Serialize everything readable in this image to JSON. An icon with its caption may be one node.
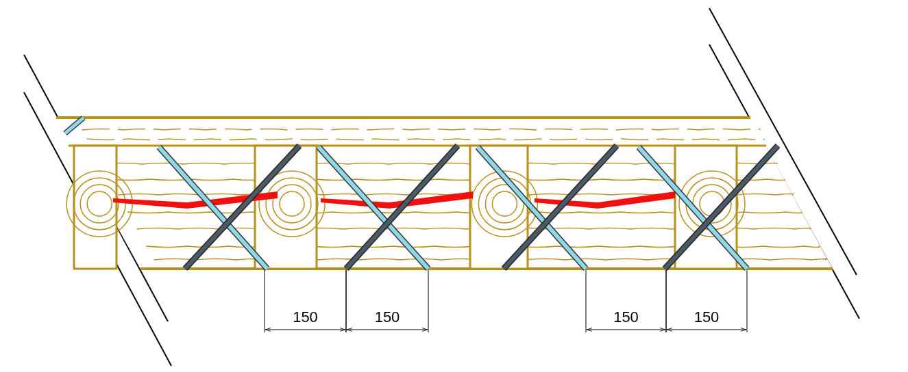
{
  "diagram": {
    "labels": [
      "150",
      "150",
      "150",
      "150"
    ]
  }
}
